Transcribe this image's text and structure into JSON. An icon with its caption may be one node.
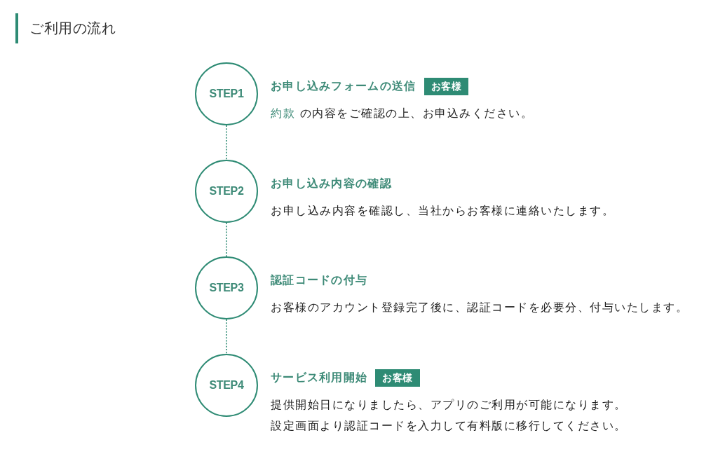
{
  "diagram": {
    "title": "ご利用の流れ",
    "nodes": [
      {
        "text": [
          "STEP1"
        ],
        "beside": [
          "お申し込みフォームの送信",
          "約款 の内容をご確認の上、お申込みください。"
        ]
      },
      {
        "text": [
          "お客様"
        ]
      },
      {
        "text": [
          "STEP2"
        ],
        "beside": [
          "お申し込み内容の確認",
          "お申し込み内容を確認し、当社からお客様に連絡いたします。"
        ]
      },
      {
        "text": [
          "STEP3"
        ],
        "beside": [
          "認証コードの付与",
          "お客様のアカウント登録完了後に、認証コードを必要分、付与いたします。"
        ]
      },
      {
        "text": [
          "STEP4"
        ],
        "beside": [
          "サービス利用開始",
          "提供開始日になりましたら、アプリのご利用が可能になります。設定画面より認証コードを入力して有料版に移行してください。"
        ]
      },
      {
        "text": [
          "お客様"
        ]
      }
    ],
    "edges": [
      {
        "from": 0,
        "to": 2,
        "arrow": "none",
        "style": "dashed"
      },
      {
        "from": 2,
        "to": 3,
        "arrow": "none",
        "style": "dashed"
      },
      {
        "from": 3,
        "to": 4,
        "arrow": "none",
        "style": "dashed"
      }
    ]
  }
}
